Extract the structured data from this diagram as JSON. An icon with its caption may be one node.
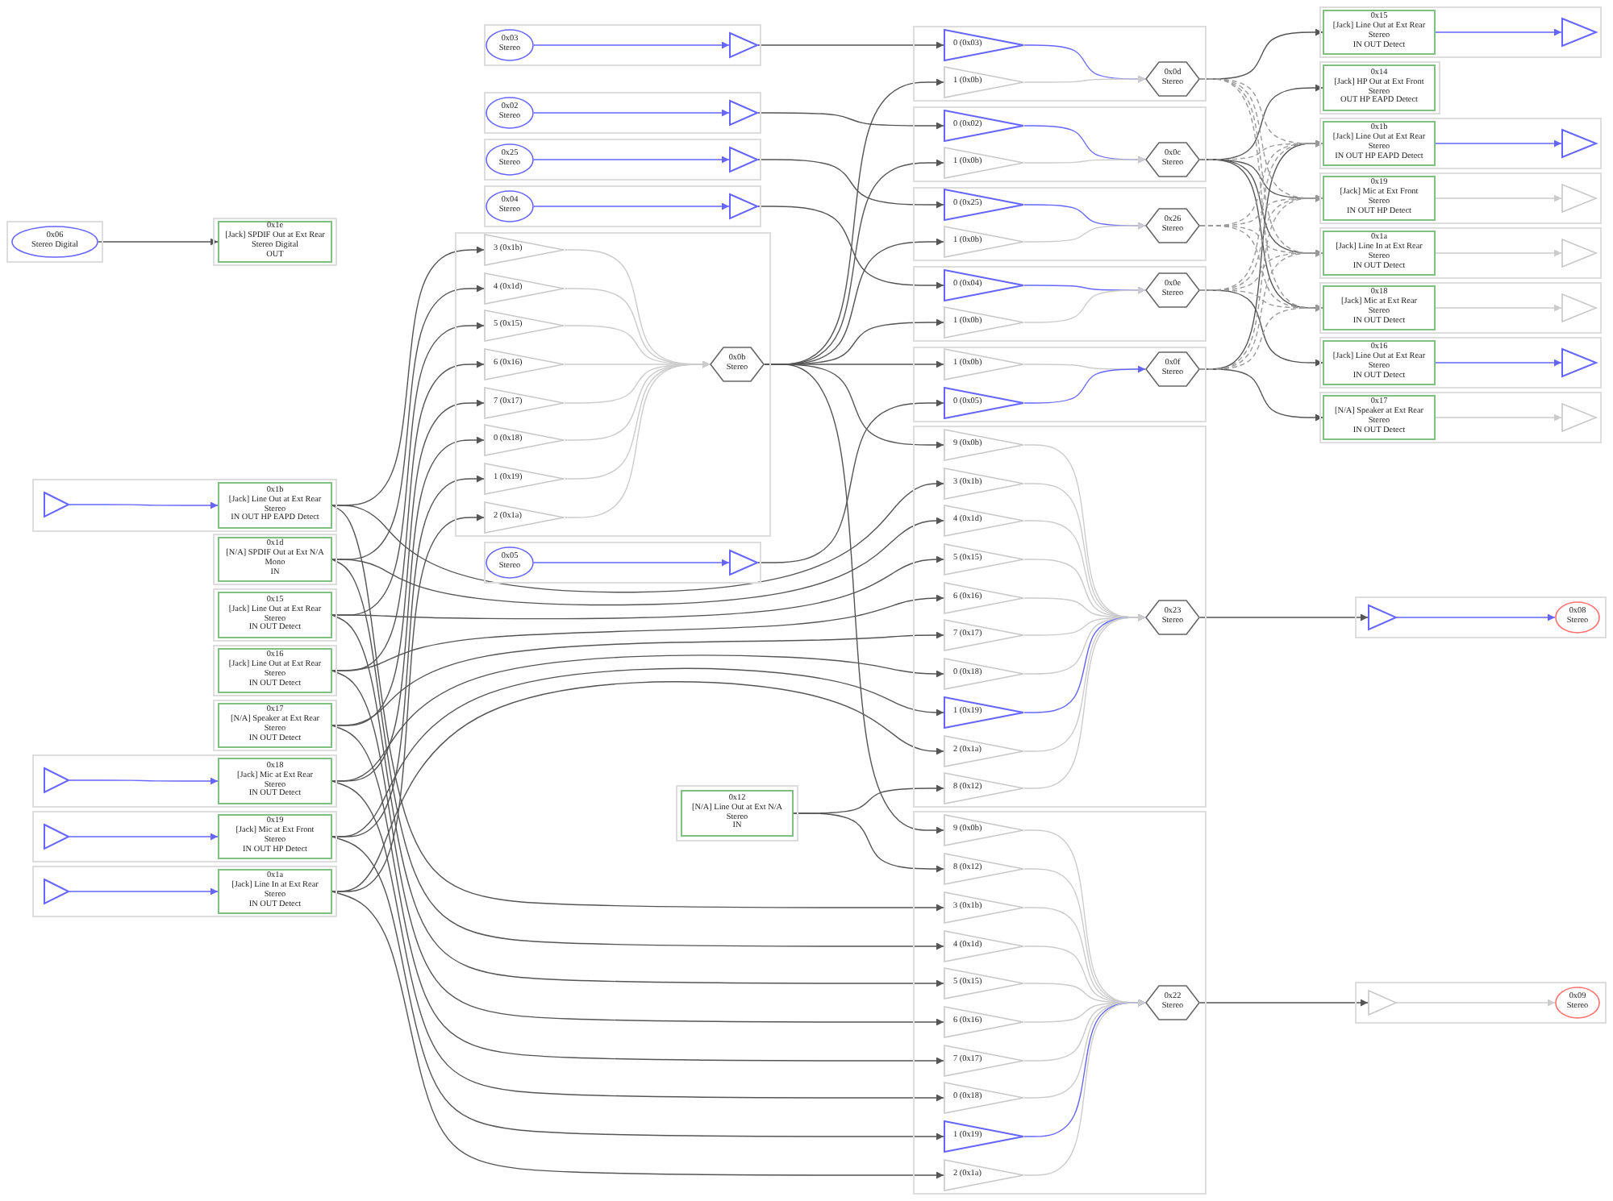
{
  "diagram": {
    "nodes": [
      {
        "text": [],
        "shape": "box"
      },
      {
        "text": [
          "0x03",
          "Stereo"
        ],
        "in": 0
      },
      {
        "text": [],
        "shape": "triangle",
        "in": 0
      },
      {
        "text": [],
        "shape": "box"
      },
      {
        "text": [
          "0x02",
          "Stereo"
        ],
        "in": 3
      },
      {
        "text": [],
        "shape": "triangle",
        "in": 3
      },
      {
        "text": [],
        "shape": "box"
      },
      {
        "text": [
          "0x25",
          "Stereo"
        ],
        "in": 6
      },
      {
        "text": [],
        "shape": "triangle",
        "in": 6
      },
      {
        "text": [],
        "shape": "box"
      },
      {
        "text": [
          "0x04",
          "Stereo"
        ],
        "in": 9
      },
      {
        "text": [],
        "shape": "triangle",
        "in": 9
      },
      {
        "text": [],
        "shape": "box"
      },
      {
        "text": [
          "0x06",
          "Stereo Digital"
        ],
        "in": 12
      },
      {
        "text": [],
        "shape": "box"
      },
      {
        "text": [
          "0x1e",
          "[Jack] SPDIF Out at Ext Rear",
          "Stereo Digital",
          "OUT"
        ],
        "in": 14
      },
      {
        "text": [],
        "shape": "box"
      },
      {
        "text": [
          "3 (0x1b)"
        ],
        "in": 16
      },
      {
        "text": [
          "4 (0x1d)"
        ],
        "in": 16
      },
      {
        "text": [
          "5 (0x15)"
        ],
        "in": 16
      },
      {
        "text": [
          "6 (0x16)"
        ],
        "in": 16
      },
      {
        "text": [
          "7 (0x17)"
        ],
        "in": 16
      },
      {
        "text": [
          "0 (0x18)"
        ],
        "in": 16
      },
      {
        "text": [
          "1 (0x19)"
        ],
        "in": 16
      },
      {
        "text": [
          "2 (0x1a)"
        ],
        "in": 16
      },
      {
        "text": [
          "0x0b",
          "Stereo"
        ],
        "in": 16
      },
      {
        "text": [],
        "shape": "box"
      },
      {
        "text": [
          "0x05",
          "Stereo"
        ],
        "in": 26
      },
      {
        "text": [],
        "shape": "triangle",
        "in": 26
      },
      {
        "text": [],
        "shape": "box"
      },
      {
        "text": [],
        "shape": "triangle",
        "in": 29
      },
      {
        "text": [
          "0x1b",
          "[Jack] Line Out at Ext Rear",
          "Stereo",
          "IN OUT HP EAPD Detect"
        ],
        "in": 29
      },
      {
        "text": [],
        "shape": "box"
      },
      {
        "text": [
          "0x1d",
          "[N/A] SPDIF Out at Ext N/A",
          "Mono",
          "IN"
        ],
        "in": 32
      },
      {
        "text": [],
        "shape": "box"
      },
      {
        "text": [
          "0x15",
          "[Jack] Line Out at Ext Rear",
          "Stereo",
          "IN OUT Detect"
        ],
        "in": 34
      },
      {
        "text": [],
        "shape": "box"
      },
      {
        "text": [
          "0x16",
          "[Jack] Line Out at Ext Rear",
          "Stereo",
          "IN OUT Detect"
        ],
        "in": 36
      },
      {
        "text": [],
        "shape": "box"
      },
      {
        "text": [
          "0x17",
          "[N/A] Speaker at Ext Rear",
          "Stereo",
          "IN OUT Detect"
        ],
        "in": 38
      },
      {
        "text": [],
        "shape": "box"
      },
      {
        "text": [],
        "shape": "triangle",
        "in": 40
      },
      {
        "text": [
          "0x18",
          "[Jack] Mic at Ext Rear",
          "Stereo",
          "IN OUT Detect"
        ],
        "in": 40
      },
      {
        "text": [],
        "shape": "box"
      },
      {
        "text": [],
        "shape": "triangle",
        "in": 43
      },
      {
        "text": [
          "0x19",
          "[Jack] Mic at Ext Front",
          "Stereo",
          "IN OUT HP Detect"
        ],
        "in": 43
      },
      {
        "text": [],
        "shape": "box"
      },
      {
        "text": [],
        "shape": "triangle",
        "in": 46
      },
      {
        "text": [
          "0x1a",
          "[Jack] Line In at Ext Rear",
          "Stereo",
          "IN OUT Detect"
        ],
        "in": 46
      },
      {
        "text": [],
        "shape": "box"
      },
      {
        "text": [
          "0x12",
          "[N/A] Line Out at Ext N/A",
          "Stereo",
          "IN"
        ],
        "in": 49
      },
      {
        "text": [],
        "shape": "box"
      },
      {
        "text": [
          "0 (0x03)"
        ],
        "in": 51
      },
      {
        "text": [
          "1 (0x0b)"
        ],
        "in": 51
      },
      {
        "text": [
          "0x0d",
          "Stereo"
        ],
        "in": 51
      },
      {
        "text": [],
        "shape": "box"
      },
      {
        "text": [
          "0 (0x02)"
        ],
        "in": 55
      },
      {
        "text": [
          "1 (0x0b)"
        ],
        "in": 55
      },
      {
        "text": [
          "0x0c",
          "Stereo"
        ],
        "in": 55
      },
      {
        "text": [],
        "shape": "box"
      },
      {
        "text": [
          "0 (0x25)"
        ],
        "in": 59
      },
      {
        "text": [
          "1 (0x0b)"
        ],
        "in": 59
      },
      {
        "text": [
          "0x26",
          "Stereo"
        ],
        "in": 59
      },
      {
        "text": [],
        "shape": "box"
      },
      {
        "text": [
          "0 (0x04)"
        ],
        "in": 63
      },
      {
        "text": [
          "1 (0x0b)"
        ],
        "in": 63
      },
      {
        "text": [
          "0x0e",
          "Stereo"
        ],
        "in": 63
      },
      {
        "text": [],
        "shape": "box"
      },
      {
        "text": [
          "1 (0x0b)"
        ],
        "in": 67
      },
      {
        "text": [
          "0 (0x05)"
        ],
        "in": 67
      },
      {
        "text": [
          "0x0f",
          "Stereo"
        ],
        "in": 67
      },
      {
        "text": [],
        "shape": "box"
      },
      {
        "text": [
          "9 (0x0b)"
        ],
        "in": 71
      },
      {
        "text": [
          "3 (0x1b)"
        ],
        "in": 71
      },
      {
        "text": [
          "4 (0x1d)"
        ],
        "in": 71
      },
      {
        "text": [
          "5 (0x15)"
        ],
        "in": 71
      },
      {
        "text": [
          "6 (0x16)"
        ],
        "in": 71
      },
      {
        "text": [
          "7 (0x17)"
        ],
        "in": 71
      },
      {
        "text": [
          "0 (0x18)"
        ],
        "in": 71
      },
      {
        "text": [
          "1 (0x19)"
        ],
        "in": 71
      },
      {
        "text": [
          "2 (0x1a)"
        ],
        "in": 71
      },
      {
        "text": [
          "8 (0x12)"
        ],
        "in": 71
      },
      {
        "text": [
          "0x23",
          "Stereo"
        ],
        "in": 71
      },
      {
        "text": [],
        "shape": "box"
      },
      {
        "text": [
          "9 (0x0b)"
        ],
        "in": 83
      },
      {
        "text": [
          "8 (0x12)"
        ],
        "in": 83
      },
      {
        "text": [
          "3 (0x1b)"
        ],
        "in": 83
      },
      {
        "text": [
          "4 (0x1d)"
        ],
        "in": 83
      },
      {
        "text": [
          "5 (0x15)"
        ],
        "in": 83
      },
      {
        "text": [
          "6 (0x16)"
        ],
        "in": 83
      },
      {
        "text": [
          "7 (0x17)"
        ],
        "in": 83
      },
      {
        "text": [
          "0 (0x18)"
        ],
        "in": 83
      },
      {
        "text": [
          "1 (0x19)"
        ],
        "in": 83
      },
      {
        "text": [
          "2 (0x1a)"
        ],
        "in": 83
      },
      {
        "text": [
          "0x22",
          "Stereo"
        ],
        "in": 83
      },
      {
        "text": [],
        "shape": "box"
      },
      {
        "text": [
          "0x15",
          "[Jack] Line Out at Ext Rear",
          "Stereo",
          "IN OUT Detect"
        ],
        "in": 95
      },
      {
        "text": [],
        "shape": "triangle",
        "in": 95
      },
      {
        "text": [],
        "shape": "box"
      },
      {
        "text": [
          "0x14",
          "[Jack] HP Out at Ext Front",
          "Stereo",
          "OUT HP EAPD Detect"
        ],
        "in": 98
      },
      {
        "text": [],
        "shape": "box"
      },
      {
        "text": [
          "0x1b",
          "[Jack] Line Out at Ext Rear",
          "Stereo",
          "IN OUT HP EAPD Detect"
        ],
        "in": 100
      },
      {
        "text": [],
        "shape": "triangle",
        "in": 100
      },
      {
        "text": [],
        "shape": "box"
      },
      {
        "text": [
          "0x19",
          "[Jack] Mic at Ext Front",
          "Stereo",
          "IN OUT HP Detect"
        ],
        "in": 103
      },
      {
        "text": [],
        "shape": "triangle",
        "in": 103
      },
      {
        "text": [],
        "shape": "box"
      },
      {
        "text": [
          "0x1a",
          "[Jack] Line In at Ext Rear",
          "Stereo",
          "IN OUT Detect"
        ],
        "in": 106
      },
      {
        "text": [],
        "shape": "triangle",
        "in": 106
      },
      {
        "text": [],
        "shape": "box"
      },
      {
        "text": [
          "0x18",
          "[Jack] Mic at Ext Rear",
          "Stereo",
          "IN OUT Detect"
        ],
        "in": 109
      },
      {
        "text": [],
        "shape": "triangle",
        "in": 109
      },
      {
        "text": [],
        "shape": "box"
      },
      {
        "text": [
          "0x16",
          "[Jack] Line Out at Ext Rear",
          "Stereo",
          "IN OUT Detect"
        ],
        "in": 112
      },
      {
        "text": [],
        "shape": "triangle",
        "in": 112
      },
      {
        "text": [],
        "shape": "box"
      },
      {
        "text": [
          "0x17",
          "[N/A] Speaker at Ext Rear",
          "Stereo",
          "IN OUT Detect"
        ],
        "in": 115
      },
      {
        "text": [],
        "shape": "triangle",
        "in": 115
      },
      {
        "text": [],
        "shape": "box"
      },
      {
        "text": [],
        "shape": "triangle",
        "in": 118
      },
      {
        "text": [
          "0x08",
          "Stereo"
        ],
        "in": 118
      },
      {
        "text": [],
        "shape": "box"
      },
      {
        "text": [],
        "shape": "triangle",
        "in": 121
      },
      {
        "text": [
          "0x09",
          "Stereo"
        ],
        "in": 121
      }
    ],
    "edges": [
      {
        "from": 1,
        "to": 2,
        "arrow": "to",
        "color": "#6666ff"
      },
      {
        "from": 4,
        "to": 5,
        "arrow": "to",
        "color": "#6666ff"
      },
      {
        "from": 7,
        "to": 8,
        "arrow": "to",
        "color": "#6666ff"
      },
      {
        "from": 10,
        "to": 11,
        "arrow": "to",
        "color": "#6666ff"
      },
      {
        "from": 27,
        "to": 28,
        "arrow": "to",
        "color": "#6666ff"
      },
      {
        "from": 13,
        "to": 15,
        "arrow": "to"
      },
      {
        "from": 2,
        "to": 52,
        "arrow": "to"
      },
      {
        "from": 5,
        "to": 56,
        "arrow": "to"
      },
      {
        "from": 8,
        "to": 60,
        "arrow": "to"
      },
      {
        "from": 11,
        "to": 64,
        "arrow": "to"
      },
      {
        "from": 28,
        "to": 69,
        "arrow": "to"
      },
      {
        "from": 17,
        "to": 25,
        "arrow": "to",
        "color": "#cccccc"
      },
      {
        "from": 18,
        "to": 25,
        "arrow": "to",
        "color": "#cccccc"
      },
      {
        "from": 19,
        "to": 25,
        "arrow": "to",
        "color": "#cccccc"
      },
      {
        "from": 20,
        "to": 25,
        "arrow": "to",
        "color": "#cccccc"
      },
      {
        "from": 21,
        "to": 25,
        "arrow": "to",
        "color": "#cccccc"
      },
      {
        "from": 22,
        "to": 25,
        "arrow": "to",
        "color": "#cccccc"
      },
      {
        "from": 23,
        "to": 25,
        "arrow": "to",
        "color": "#cccccc"
      },
      {
        "from": 24,
        "to": 25,
        "arrow": "to",
        "color": "#cccccc"
      },
      {
        "from": 25,
        "to": 53,
        "arrow": "to"
      },
      {
        "from": 25,
        "to": 57,
        "arrow": "to"
      },
      {
        "from": 25,
        "to": 61,
        "arrow": "to"
      },
      {
        "from": 25,
        "to": 65,
        "arrow": "to"
      },
      {
        "from": 25,
        "to": 68,
        "arrow": "to"
      },
      {
        "from": 25,
        "to": 72,
        "arrow": "to"
      },
      {
        "from": 25,
        "to": 84,
        "arrow": "to"
      },
      {
        "from": 30,
        "to": 31,
        "arrow": "to",
        "color": "#6666ff"
      },
      {
        "from": 41,
        "to": 42,
        "arrow": "to",
        "color": "#6666ff"
      },
      {
        "from": 44,
        "to": 45,
        "arrow": "to",
        "color": "#6666ff"
      },
      {
        "from": 47,
        "to": 48,
        "arrow": "to",
        "color": "#6666ff"
      },
      {
        "from": 31,
        "to": 17,
        "arrow": "to"
      },
      {
        "from": 33,
        "to": 18,
        "arrow": "to"
      },
      {
        "from": 35,
        "to": 19,
        "arrow": "to"
      },
      {
        "from": 37,
        "to": 20,
        "arrow": "to"
      },
      {
        "from": 39,
        "to": 21,
        "arrow": "to"
      },
      {
        "from": 42,
        "to": 22,
        "arrow": "to"
      },
      {
        "from": 45,
        "to": 23,
        "arrow": "to"
      },
      {
        "from": 48,
        "to": 24,
        "arrow": "to"
      },
      {
        "from": 31,
        "to": 73,
        "arrow": "to"
      },
      {
        "from": 33,
        "to": 74,
        "arrow": "to"
      },
      {
        "from": 35,
        "to": 75,
        "arrow": "to"
      },
      {
        "from": 37,
        "to": 76,
        "arrow": "to"
      },
      {
        "from": 39,
        "to": 77,
        "arrow": "to"
      },
      {
        "from": 42,
        "to": 78,
        "arrow": "to"
      },
      {
        "from": 45,
        "to": 79,
        "arrow": "to"
      },
      {
        "from": 48,
        "to": 80,
        "arrow": "to"
      },
      {
        "from": 50,
        "to": 81,
        "arrow": "to"
      },
      {
        "from": 50,
        "to": 85,
        "arrow": "to"
      },
      {
        "from": 31,
        "to": 86,
        "arrow": "to"
      },
      {
        "from": 33,
        "to": 87,
        "arrow": "to"
      },
      {
        "from": 35,
        "to": 88,
        "arrow": "to"
      },
      {
        "from": 37,
        "to": 89,
        "arrow": "to"
      },
      {
        "from": 39,
        "to": 90,
        "arrow": "to"
      },
      {
        "from": 42,
        "to": 91,
        "arrow": "to"
      },
      {
        "from": 45,
        "to": 92,
        "arrow": "to"
      },
      {
        "from": 48,
        "to": 93,
        "arrow": "to"
      },
      {
        "from": 52,
        "to": 54,
        "arrow": "to",
        "color": "#6666ff"
      },
      {
        "from": 53,
        "to": 54,
        "arrow": "to",
        "color": "#cccccc"
      },
      {
        "from": 56,
        "to": 58,
        "arrow": "to",
        "color": "#6666ff"
      },
      {
        "from": 57,
        "to": 58,
        "arrow": "to",
        "color": "#cccccc"
      },
      {
        "from": 60,
        "to": 62,
        "arrow": "to",
        "color": "#6666ff"
      },
      {
        "from": 61,
        "to": 62,
        "arrow": "to",
        "color": "#cccccc"
      },
      {
        "from": 64,
        "to": 66,
        "arrow": "to",
        "color": "#6666ff"
      },
      {
        "from": 65,
        "to": 66,
        "arrow": "to",
        "color": "#cccccc"
      },
      {
        "from": 68,
        "to": 70,
        "arrow": "to",
        "color": "#cccccc"
      },
      {
        "from": 69,
        "to": 70,
        "arrow": "to",
        "color": "#6666ff"
      },
      {
        "from": 72,
        "to": 82,
        "arrow": "to",
        "color": "#cccccc"
      },
      {
        "from": 73,
        "to": 82,
        "arrow": "to",
        "color": "#cccccc"
      },
      {
        "from": 74,
        "to": 82,
        "arrow": "to",
        "color": "#cccccc"
      },
      {
        "from": 75,
        "to": 82,
        "arrow": "to",
        "color": "#cccccc"
      },
      {
        "from": 76,
        "to": 82,
        "arrow": "to",
        "color": "#cccccc"
      },
      {
        "from": 77,
        "to": 82,
        "arrow": "to",
        "color": "#cccccc"
      },
      {
        "from": 78,
        "to": 82,
        "arrow": "to",
        "color": "#cccccc"
      },
      {
        "from": 79,
        "to": 82,
        "arrow": "to",
        "color": "#6666ff"
      },
      {
        "from": 80,
        "to": 82,
        "arrow": "to",
        "color": "#cccccc"
      },
      {
        "from": 81,
        "to": 82,
        "arrow": "to",
        "color": "#cccccc"
      },
      {
        "from": 84,
        "to": 94,
        "arrow": "to",
        "color": "#cccccc"
      },
      {
        "from": 85,
        "to": 94,
        "arrow": "to",
        "color": "#cccccc"
      },
      {
        "from": 86,
        "to": 94,
        "arrow": "to",
        "color": "#cccccc"
      },
      {
        "from": 87,
        "to": 94,
        "arrow": "to",
        "color": "#cccccc"
      },
      {
        "from": 88,
        "to": 94,
        "arrow": "to",
        "color": "#cccccc"
      },
      {
        "from": 89,
        "to": 94,
        "arrow": "to",
        "color": "#cccccc"
      },
      {
        "from": 90,
        "to": 94,
        "arrow": "to",
        "color": "#cccccc"
      },
      {
        "from": 91,
        "to": 94,
        "arrow": "to",
        "color": "#cccccc"
      },
      {
        "from": 92,
        "to": 94,
        "arrow": "to",
        "color": "#6666ff"
      },
      {
        "from": 93,
        "to": 94,
        "arrow": "to",
        "color": "#cccccc"
      },
      {
        "from": 82,
        "to": 119,
        "arrow": "to"
      },
      {
        "from": 119,
        "to": 120,
        "arrow": "to",
        "color": "#6666ff"
      },
      {
        "from": 94,
        "to": 122,
        "arrow": "to"
      },
      {
        "from": 122,
        "to": 123,
        "arrow": "to",
        "color": "#cccccc"
      },
      {
        "from": 96,
        "to": 97,
        "arrow": "to",
        "color": "#6666ff"
      },
      {
        "from": 101,
        "to": 102,
        "arrow": "to",
        "color": "#6666ff"
      },
      {
        "from": 104,
        "to": 105,
        "arrow": "to",
        "color": "#cccccc"
      },
      {
        "from": 107,
        "to": 108,
        "arrow": "to",
        "color": "#cccccc"
      },
      {
        "from": 110,
        "to": 111,
        "arrow": "to",
        "color": "#cccccc"
      },
      {
        "from": 113,
        "to": 114,
        "arrow": "to",
        "color": "#6666ff"
      },
      {
        "from": 116,
        "to": 117,
        "arrow": "to",
        "color": "#cccccc"
      },
      {
        "from": 54,
        "to": 96,
        "arrow": "to"
      },
      {
        "from": 58,
        "to": 99,
        "arrow": "to"
      },
      {
        "from": 70,
        "to": 101,
        "arrow": "to"
      },
      {
        "from": 58,
        "to": 104,
        "arrow": "to"
      },
      {
        "from": 58,
        "to": 107,
        "arrow": "to"
      },
      {
        "from": 58,
        "to": 110,
        "arrow": "to"
      },
      {
        "from": 66,
        "to": 113,
        "arrow": "to"
      },
      {
        "from": 70,
        "to": 116,
        "arrow": "to"
      },
      {
        "from": 54,
        "to": 101,
        "arrow": "to",
        "style": "dashed",
        "color": "#999999"
      },
      {
        "from": 54,
        "to": 104,
        "arrow": "to",
        "style": "dashed",
        "color": "#999999"
      },
      {
        "from": 54,
        "to": 107,
        "arrow": "to",
        "style": "dashed",
        "color": "#999999"
      },
      {
        "from": 54,
        "to": 110,
        "arrow": "to",
        "style": "dashed",
        "color": "#999999"
      },
      {
        "from": 58,
        "to": 101,
        "arrow": "to",
        "style": "dashed",
        "color": "#999999"
      },
      {
        "from": 62,
        "to": 101,
        "arrow": "to",
        "style": "dashed",
        "color": "#999999"
      },
      {
        "from": 62,
        "to": 104,
        "arrow": "to",
        "style": "dashed",
        "color": "#999999"
      },
      {
        "from": 62,
        "to": 107,
        "arrow": "to",
        "style": "dashed",
        "color": "#999999"
      },
      {
        "from": 62,
        "to": 110,
        "arrow": "to",
        "style": "dashed",
        "color": "#999999"
      },
      {
        "from": 66,
        "to": 101,
        "arrow": "to",
        "style": "dashed",
        "color": "#999999"
      },
      {
        "from": 66,
        "to": 104,
        "arrow": "to",
        "style": "dashed",
        "color": "#999999"
      },
      {
        "from": 66,
        "to": 107,
        "arrow": "to",
        "style": "dashed",
        "color": "#999999"
      },
      {
        "from": 66,
        "to": 110,
        "arrow": "to",
        "style": "dashed",
        "color": "#999999"
      },
      {
        "from": 70,
        "to": 104,
        "arrow": "to",
        "style": "dashed",
        "color": "#999999"
      },
      {
        "from": 70,
        "to": 107,
        "arrow": "to",
        "style": "dashed",
        "color": "#999999"
      },
      {
        "from": 70,
        "to": 110,
        "arrow": "to",
        "style": "dashed",
        "color": "#999999"
      }
    ]
  }
}
